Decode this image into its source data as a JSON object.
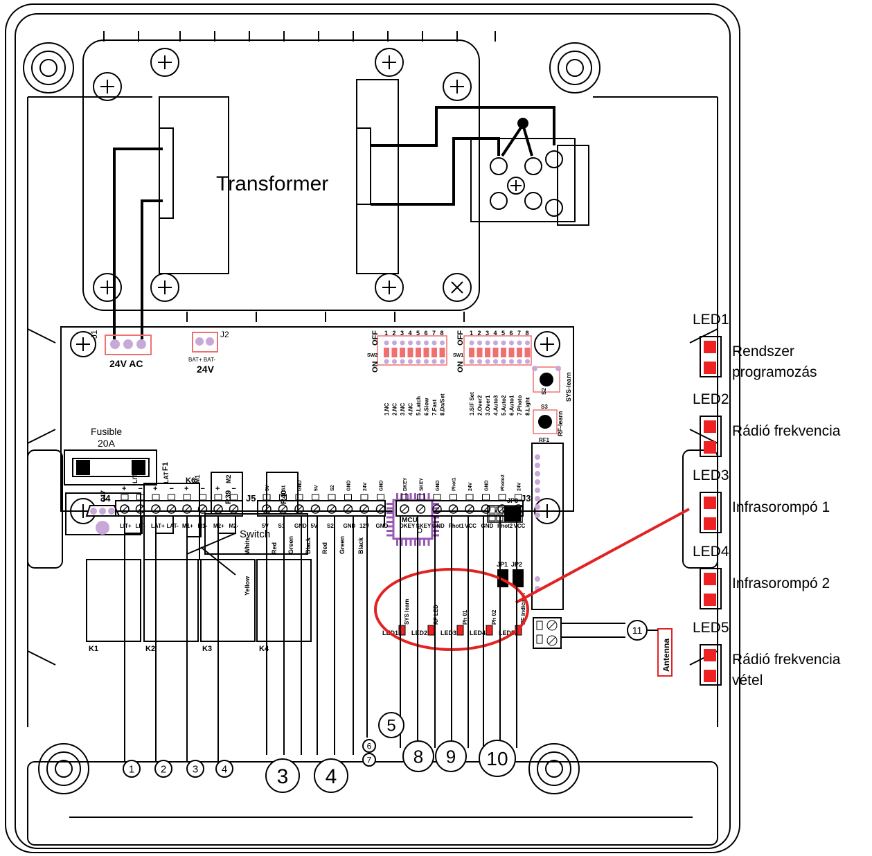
{
  "transformer": {
    "label": "Transformer"
  },
  "board": {
    "j1": "J1",
    "j1_label": "24V  AC",
    "j2": "J2",
    "j2_pins": "BAT+ BAT-",
    "j2_label": "24V",
    "fuse_title": "Fusible",
    "fuse_rating": "20A",
    "f1": "F1",
    "k6": "K6",
    "q17": "Q17",
    "r39": "R39",
    "r40": "R40",
    "switch": "Switch",
    "mcu": "MCU",
    "jp1": "JP1",
    "jp2": "JP2",
    "jp3": "JP3",
    "k1": "K1",
    "k2": "K2",
    "k3": "K3",
    "k4": "K4",
    "j3": "J3",
    "j4": "J4",
    "j5": "J5",
    "rf1": "RF1",
    "s2": "S2",
    "s3": "S3",
    "sys_learn": "SYS-learn",
    "rf_learn": "RF-learn",
    "antenna": "Antenna",
    "on": "ON",
    "off": "OFF"
  },
  "sw2": {
    "name": "SW2",
    "numbers": [
      "1",
      "2",
      "3",
      "4",
      "5",
      "6",
      "7",
      "8"
    ],
    "items": [
      "1.NC",
      "2.NC",
      "3.NC",
      "4.NC",
      "5.Latch",
      "6.Slow",
      "7.Fast",
      "8.Da/Set"
    ]
  },
  "sw1": {
    "name": "SW1",
    "numbers": [
      "1",
      "2",
      "3",
      "4",
      "5",
      "6",
      "7",
      "8"
    ],
    "items": [
      "1.S/F Set",
      "2.Over2",
      "3.Over1",
      "4.Auto3",
      "5.Auto2",
      "6.Auto1",
      "7.Photo",
      "8.Light"
    ]
  },
  "board_leds": [
    {
      "id": "LED1",
      "tag": "SYS learn"
    },
    {
      "id": "LED2",
      "tag": "RF LED"
    },
    {
      "id": "LED3",
      "tag": "Ph 01"
    },
    {
      "id": "LED4",
      "tag": "Ph 02"
    },
    {
      "id": "LED5",
      "tag": "RF indicator"
    }
  ],
  "j4_top": [
    "LIT",
    "LAT",
    "M1",
    "M2"
  ],
  "j4_pins": [
    "LIT+",
    "LIT-",
    "LAT+",
    "LAT-",
    "M1+",
    "M1-",
    "M2+",
    "M2-"
  ],
  "j5_top": [
    "5V",
    "S1",
    "GND",
    "5V",
    "S2",
    "GND",
    "24V",
    "GND"
  ],
  "j5_pins": [
    "5V",
    "S1",
    "GND",
    "5V",
    "S2",
    "GND",
    "12V",
    "GND"
  ],
  "j3_top": [
    "DKEY",
    "SKEY",
    "GND",
    "Phot1",
    "24V",
    "GND",
    "Photo2",
    "24V"
  ],
  "j3_pins": [
    "DKEY",
    "SKEY",
    "GND",
    "Phot1",
    "VCC",
    "GND",
    "Phot2",
    "VCC"
  ],
  "wires": {
    "red": "Red",
    "green": "Green",
    "black": "Black",
    "yellow": "Yellow",
    "white": "White"
  },
  "callouts": [
    "1",
    "2",
    "3",
    "4",
    "3",
    "4",
    "5",
    "6",
    "7",
    "8",
    "9",
    "10",
    "11"
  ],
  "legend": [
    {
      "title": "LED1",
      "desc": [
        "Rendszer",
        "programozás"
      ]
    },
    {
      "title": "LED2",
      "desc": [
        "Rádió frekvencia"
      ]
    },
    {
      "title": "LED3",
      "desc": [
        "Infrasorompó 1"
      ]
    },
    {
      "title": "LED4",
      "desc": [
        "Infrasorompó 2"
      ]
    },
    {
      "title": "LED5",
      "desc": [
        "Rádió frekvencia",
        "vétel"
      ]
    }
  ],
  "colors": {
    "highlight": "#e32222",
    "connector": "#f07070",
    "led": "#ee2222",
    "pad": "#c8a8d8",
    "mcu": "#9b59b6"
  }
}
